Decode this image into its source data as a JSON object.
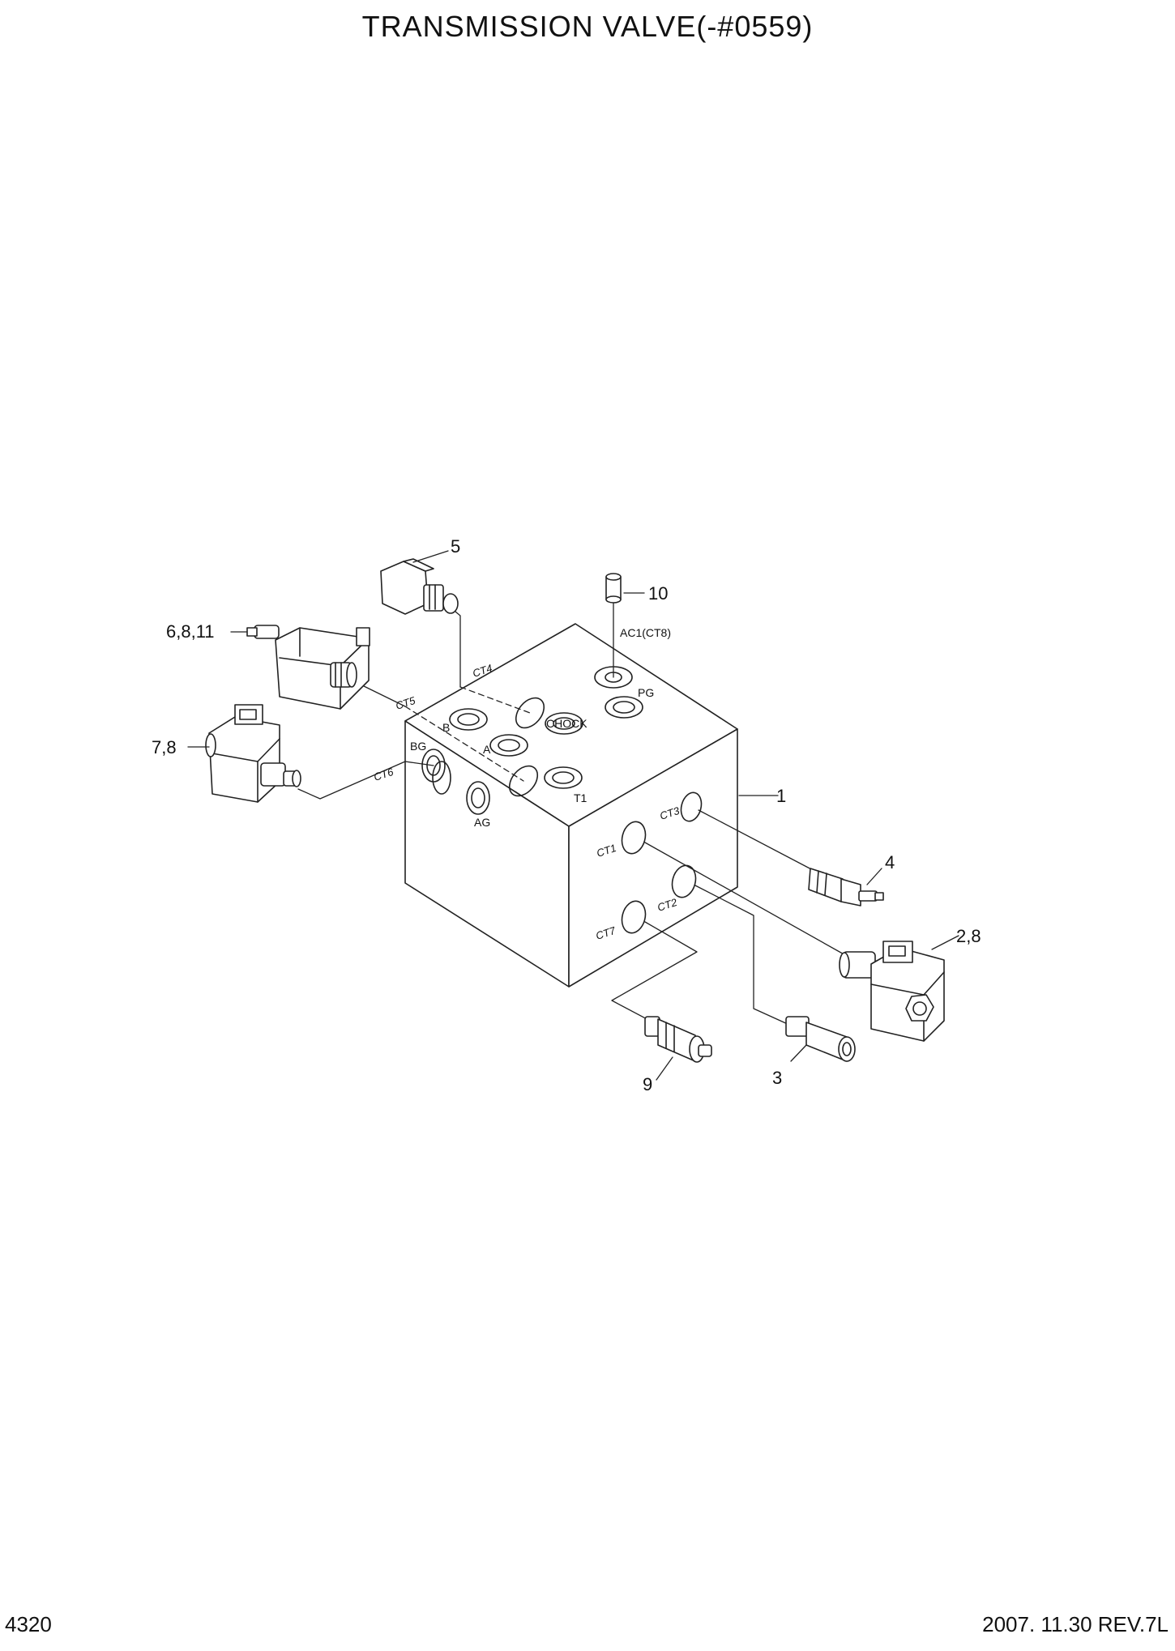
{
  "title": "TRANSMISSION VALVE(-#0559)",
  "footer": {
    "page_number": "4320",
    "revision": "2007. 11.30 REV.7L"
  },
  "callouts": {
    "c1": "1",
    "c28": "2,8",
    "c3": "3",
    "c4": "4",
    "c5": "5",
    "c6811": "6,8,11",
    "c78": "7,8",
    "c9": "9",
    "c10": "10"
  },
  "ports": {
    "ac1": "AC1(CT8)",
    "pg": "PG",
    "chock": "CHOCK",
    "b": "B",
    "a": "A",
    "t1": "T1",
    "bg": "BG",
    "ag": "AG"
  },
  "cartridge_ports": {
    "ct1": "CT1",
    "ct2": "CT2",
    "ct3": "CT3",
    "ct4": "CT4",
    "ct5": "CT5",
    "ct6": "CT6",
    "ct7": "CT7"
  }
}
